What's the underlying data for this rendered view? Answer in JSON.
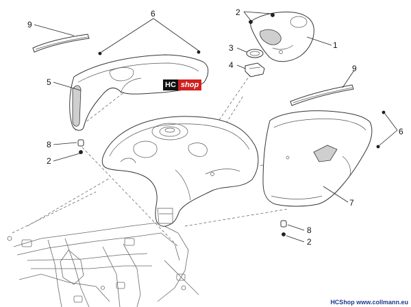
{
  "callouts": {
    "c1": "1",
    "c2a": "2",
    "c2b": "2",
    "c2c": "2",
    "c3": "3",
    "c4": "4",
    "c5": "5",
    "c6a": "6",
    "c6b": "6",
    "c7": "7",
    "c8a": "8",
    "c8b": "8",
    "c9a": "9",
    "c9b": "9"
  },
  "watermark": {
    "hc": "HC",
    "shop": "shop"
  },
  "footer": "HCShop www.collmann.eu"
}
